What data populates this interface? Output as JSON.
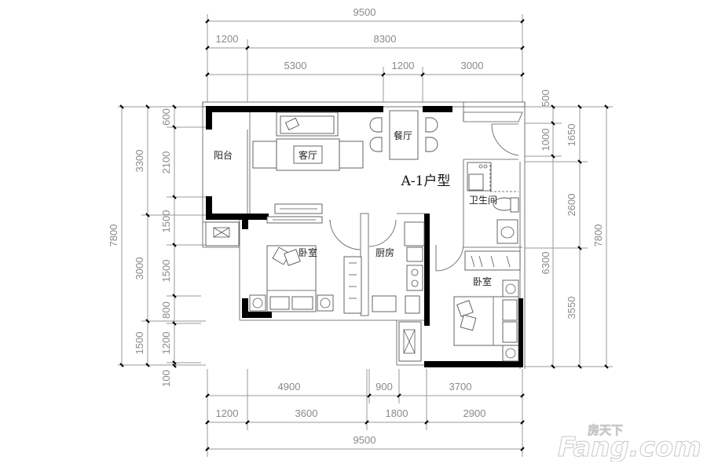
{
  "plan": {
    "title": "A-1户型",
    "rooms": [
      {
        "id": "balcony",
        "label": "阳台"
      },
      {
        "id": "living",
        "label": "客厅"
      },
      {
        "id": "dining",
        "label": "餐厅"
      },
      {
        "id": "bathroom",
        "label": "卫生间"
      },
      {
        "id": "bedroom1",
        "label": "卧室"
      },
      {
        "id": "kitchen",
        "label": "厨房"
      },
      {
        "id": "bedroom2",
        "label": "卧室"
      }
    ],
    "dimensions": {
      "top": {
        "total": "9500",
        "row2": [
          "1200",
          "8300"
        ],
        "row3": [
          "5300",
          "1200",
          "3000"
        ]
      },
      "bottom": {
        "row1": [
          "4900",
          "900",
          "3700"
        ],
        "row2": [
          "1200",
          "3600",
          "1800",
          "2900"
        ],
        "total": "9500"
      },
      "left": {
        "total": "7800",
        "mid": [
          "3300",
          "3000",
          "1500"
        ],
        "inner": [
          "600",
          "2100",
          "1500",
          "1500",
          "800",
          "1200",
          "100"
        ]
      },
      "right": {
        "inner": [
          "500",
          "1000",
          "6300"
        ],
        "mid": [
          "1650",
          "2600",
          "3550"
        ],
        "total": "7800"
      }
    }
  },
  "watermark": {
    "brand_cn": "房天下",
    "brand_en": "Fang.com"
  },
  "colors": {
    "wall": "#000000",
    "dimension_text": "#8a8a8a",
    "background": "#ffffff"
  }
}
